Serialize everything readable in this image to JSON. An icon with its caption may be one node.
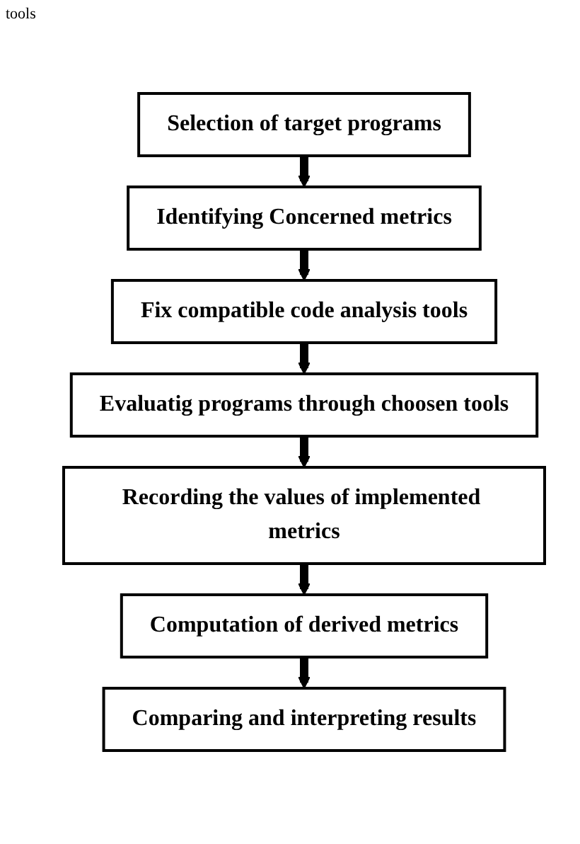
{
  "diagram": {
    "nodes": [
      {
        "text": [
          "Selection of target programs"
        ]
      },
      {
        "text": [
          "Identifying Concerned metrics"
        ]
      },
      {
        "text": [
          "Fix compatible code analysis tools"
        ]
      },
      {
        "text": [
          "Evaluatig programs through choosen tools"
        ]
      },
      {
        "text": [
          "Recording the values of implemented metrics"
        ]
      },
      {
        "text": [
          "Computation of derived metrics"
        ]
      },
      {
        "text": [
          "Comparing and interpreting results"
        ]
      }
    ],
    "edges": [
      {
        "from": 0,
        "to": 1,
        "arrow": "to"
      },
      {
        "from": 1,
        "to": 2,
        "arrow": "to"
      },
      {
        "from": 2,
        "to": 3,
        "arrow": "to"
      },
      {
        "from": 3,
        "to": 4,
        "arrow": "to"
      },
      {
        "from": 4,
        "to": 5,
        "arrow": "to"
      },
      {
        "from": 5,
        "to": 6,
        "arrow": "to"
      }
    ],
    "labels": [
      "tools"
    ]
  }
}
